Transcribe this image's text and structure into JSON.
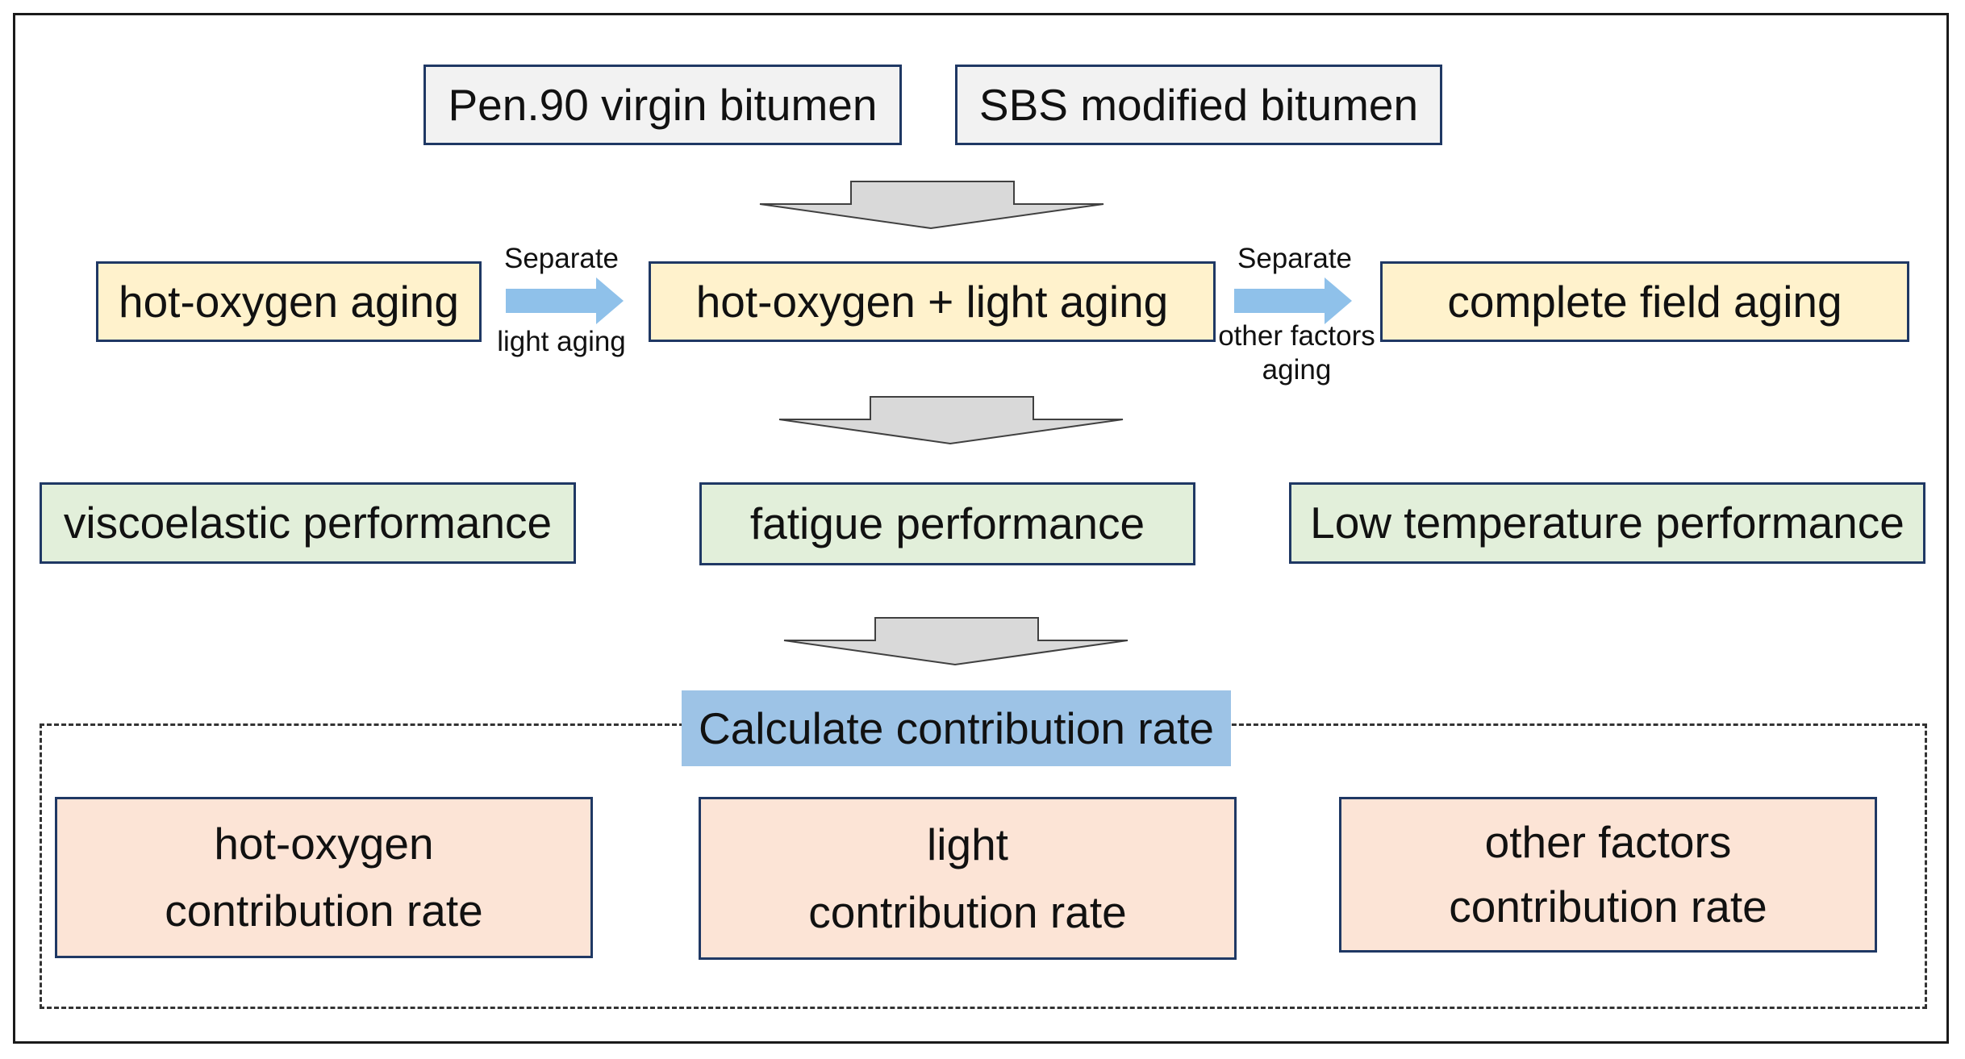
{
  "materials": {
    "pen90": "Pen.90 virgin bitumen",
    "sbs": "SBS modified bitumen"
  },
  "aging": {
    "hot_oxygen": "hot-oxygen aging",
    "hot_oxygen_light": "hot-oxygen + light aging",
    "field": "complete field aging"
  },
  "separate_labels": {
    "left_top": "Separate",
    "left_bottom": "light aging",
    "right_top": "Separate",
    "right_bottom_1": "other factors",
    "right_bottom_2": "aging"
  },
  "performance": {
    "viscoelastic": "viscoelastic performance",
    "fatigue": "fatigue performance",
    "low_temp": "Low temperature performance"
  },
  "calculate": "Calculate contribution rate",
  "contributions": {
    "hot_oxygen_line1": "hot-oxygen",
    "hot_oxygen_line2": "contribution rate",
    "light_line1": "light",
    "light_line2": "contribution rate",
    "other_line1": "other factors",
    "other_line2": "contribution rate"
  },
  "colors": {
    "box_border": "#1f3864",
    "material_fill": "#f2f2f2",
    "aging_fill": "#fff2cc",
    "performance_fill": "#e2efda",
    "contribution_fill": "#fce4d6",
    "calculate_fill": "#9dc3e6",
    "flow_arrow_fill": "#d9d9d9",
    "separate_arrow_fill": "#8fc1ea"
  }
}
